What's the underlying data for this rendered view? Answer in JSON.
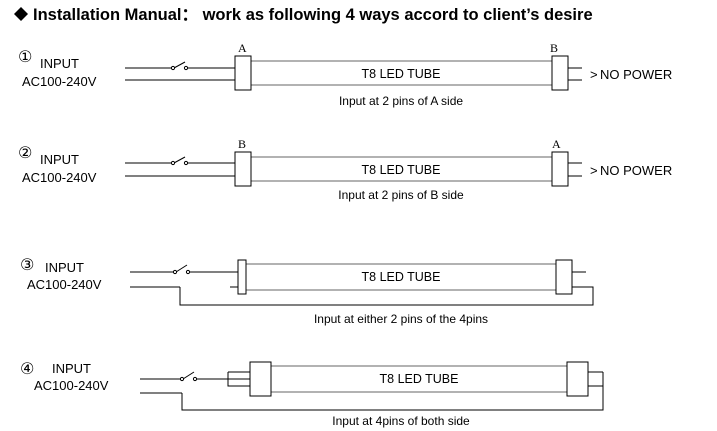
{
  "title": "Installation Manual： work as following 4 ways accord to client’s desire",
  "bullet_icon": "diamond-bullet-icon",
  "tube_label": "T8 LED TUBE",
  "input_label": "INPUT",
  "voltage_label": "AC100-240V",
  "no_power_label": "NO POWER",
  "no_power_symbol": ">",
  "ways": [
    {
      "number": "①",
      "left_end": "A",
      "right_end": "B",
      "caption": "Input at 2 pins of A side"
    },
    {
      "number": "②",
      "left_end": "B",
      "right_end": "A",
      "caption": "Input at 2 pins of B side"
    },
    {
      "number": "③",
      "left_end": "",
      "right_end": "",
      "caption": "Input at either 2 pins of the 4pins"
    },
    {
      "number": "④",
      "left_end": "",
      "right_end": "",
      "caption": "Input at 4pins of both side"
    }
  ]
}
